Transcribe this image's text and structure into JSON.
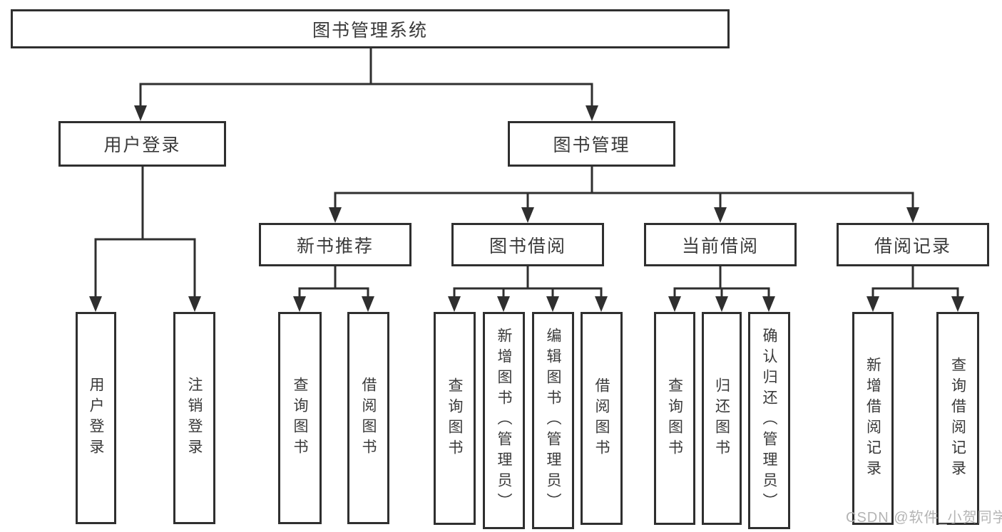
{
  "colors": {
    "line": "#2f2f2f",
    "text": "#3a3a3a",
    "background": "#ffffff",
    "watermark": "#b4b4b4"
  },
  "watermark": {
    "text": "CSDN @软件_小贺同学"
  },
  "tree": {
    "root": "图书管理系统",
    "branches": [
      {
        "label": "用户登录",
        "children": [
          {
            "label": "用户登录"
          },
          {
            "label": "注销登录"
          }
        ]
      },
      {
        "label": "图书管理",
        "children": [
          {
            "label": "新书推荐",
            "children": [
              {
                "label": "查询图书"
              },
              {
                "label": "借阅图书"
              }
            ]
          },
          {
            "label": "图书借阅",
            "children": [
              {
                "label": "查询图书"
              },
              {
                "label": "新增图书（管理员）"
              },
              {
                "label": "编辑图书（管理员）"
              },
              {
                "label": "借阅图书"
              }
            ]
          },
          {
            "label": "当前借阅",
            "children": [
              {
                "label": "查询图书"
              },
              {
                "label": "归还图书"
              },
              {
                "label": "确认归还（管理员）"
              }
            ]
          },
          {
            "label": "借阅记录",
            "children": [
              {
                "label": "新增借阅记录"
              },
              {
                "label": "查询借阅记录"
              }
            ]
          }
        ]
      }
    ]
  }
}
